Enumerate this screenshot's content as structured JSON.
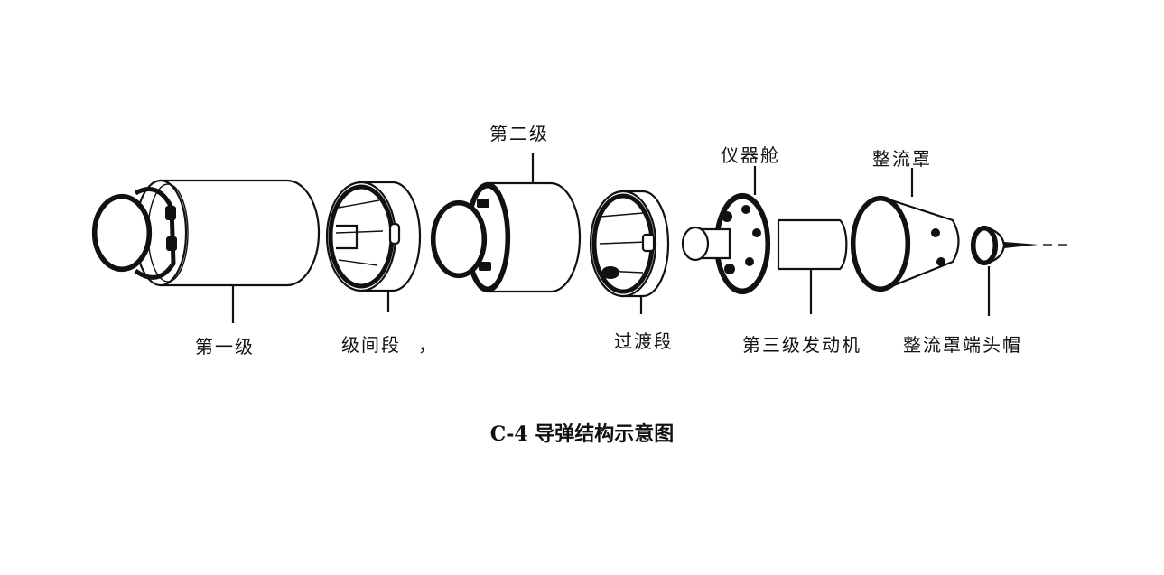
{
  "labels": {
    "stage1": "第一级",
    "interstage": "级间段",
    "interstage_mark": "，",
    "stage2": "第二级",
    "transition": "过渡段",
    "instrument": "仪器舱",
    "stage3_engine": "第三级发动机",
    "fairing": "整流罩",
    "fairing_tip": "整流罩端头帽"
  },
  "caption": "C-4 导弹结构示意图"
}
